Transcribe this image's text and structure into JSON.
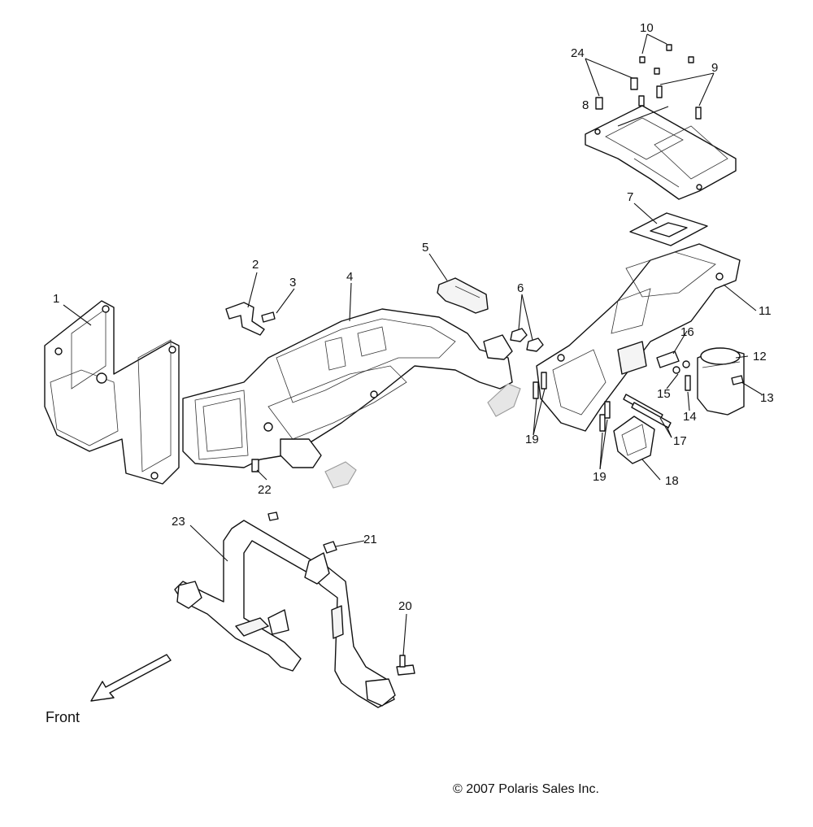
{
  "labels": {
    "l1": "1",
    "l2": "2",
    "l3": "3",
    "l4": "4",
    "l5": "5",
    "l6": "6",
    "l7": "7",
    "l8": "8",
    "l9": "9",
    "l10": "10",
    "l11": "11",
    "l12": "12",
    "l13": "13",
    "l14": "14",
    "l15": "15",
    "l16": "16",
    "l17": "17",
    "l18": "18",
    "l19a": "19",
    "l19b": "19",
    "l20": "20",
    "l21": "21",
    "l22": "22",
    "l23": "23",
    "l24": "24"
  },
  "front_label": "Front",
  "copyright": "© 2007 Polaris Sales Inc."
}
